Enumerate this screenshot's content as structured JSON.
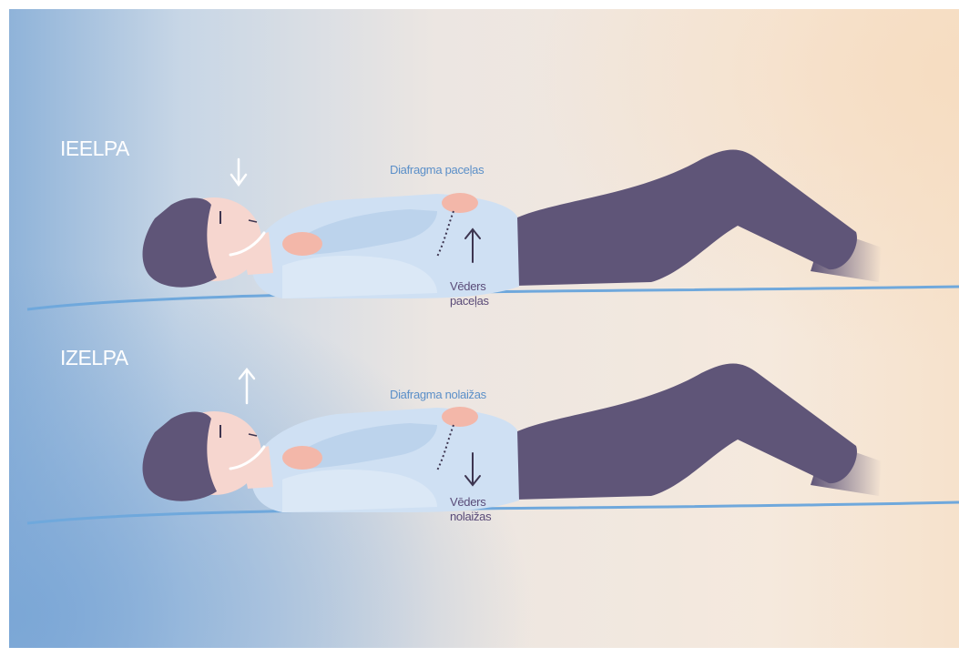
{
  "inhale": {
    "label": "IEELPA",
    "diaphragm_caption": "Diafragma paceļas",
    "belly_caption_line1": "Vēders",
    "belly_caption_line2": "paceļas"
  },
  "exhale": {
    "label": "IZELPA",
    "diaphragm_caption": "Diafragma nolaižas",
    "belly_caption_line1": "Vēders",
    "belly_caption_line2": "nolaižas"
  },
  "colors": {
    "background_left": "#8fb3d9",
    "background_right": "#f6e6d4",
    "mat": "#6fa8dc",
    "pants": "#5f5578",
    "hair": "#5f5578",
    "skin": "#f6d6cf",
    "shirt": "#cfe0f3",
    "hand": "#f3b7a9",
    "arrow_white": "#ffffff",
    "arrow_dark": "#3d3550"
  },
  "icons": {
    "breath_in": "arrow-down-icon",
    "breath_out": "arrow-up-icon",
    "belly_up": "arrow-up-icon",
    "belly_down": "arrow-down-icon"
  }
}
